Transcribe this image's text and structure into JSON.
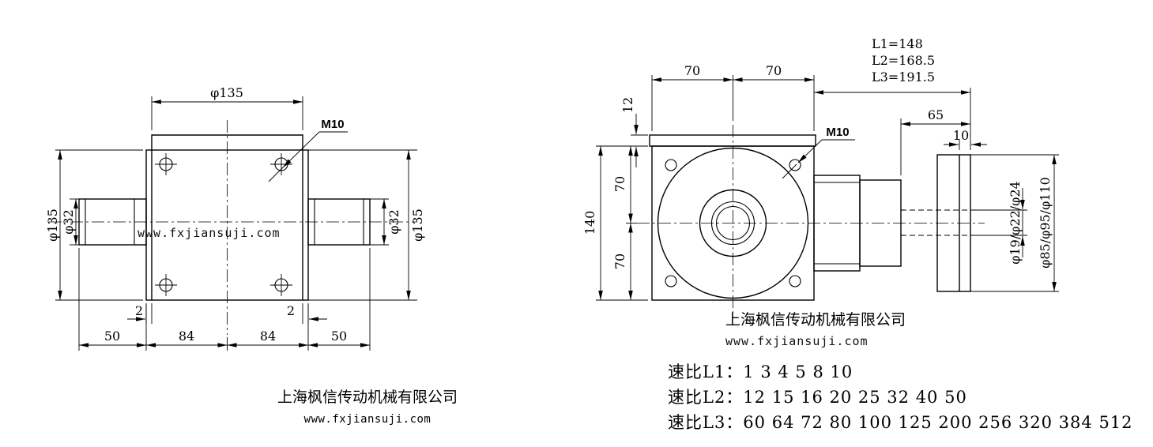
{
  "company": {
    "name": "上海枫信传动机械有限公司",
    "website": "www.fxjiansuji.com"
  },
  "front_view": {
    "dims": {
      "flange_width": "φ135",
      "thread": "M10",
      "body_height_left": "φ135",
      "shaft_left": "φ32",
      "shaft_right": "φ32",
      "body_height_right": "φ135",
      "step_left": "2",
      "step_right": "2",
      "shaft_len_left": "50",
      "body_half_left": "84",
      "body_half_right": "84",
      "shaft_len_right": "50"
    }
  },
  "side_view": {
    "lengths": {
      "l1": "L1=148",
      "l2": "L2=168.5",
      "l3": "L3=191.5"
    },
    "dims": {
      "flange_half_left": "70",
      "flange_half_right": "70",
      "plate_thickness": "12",
      "shaft_extension": "65",
      "flange_thickness": "10",
      "thread": "M10",
      "total_height": "140",
      "upper_half": "70",
      "lower_half": "70",
      "shaft_diameters": "φ19/φ22/φ24",
      "flange_diameters": "φ85/φ95/φ110"
    }
  },
  "ratios": {
    "l1": "速比L1：1 3 4 5 8 10",
    "l2": "速比L2：12 15 16 20 25 32 40 50",
    "l3": "速比L3：60 64 72 80 100 125 200 256 320 384 512"
  },
  "colors": {
    "line": "#000000",
    "background": "#ffffff"
  }
}
